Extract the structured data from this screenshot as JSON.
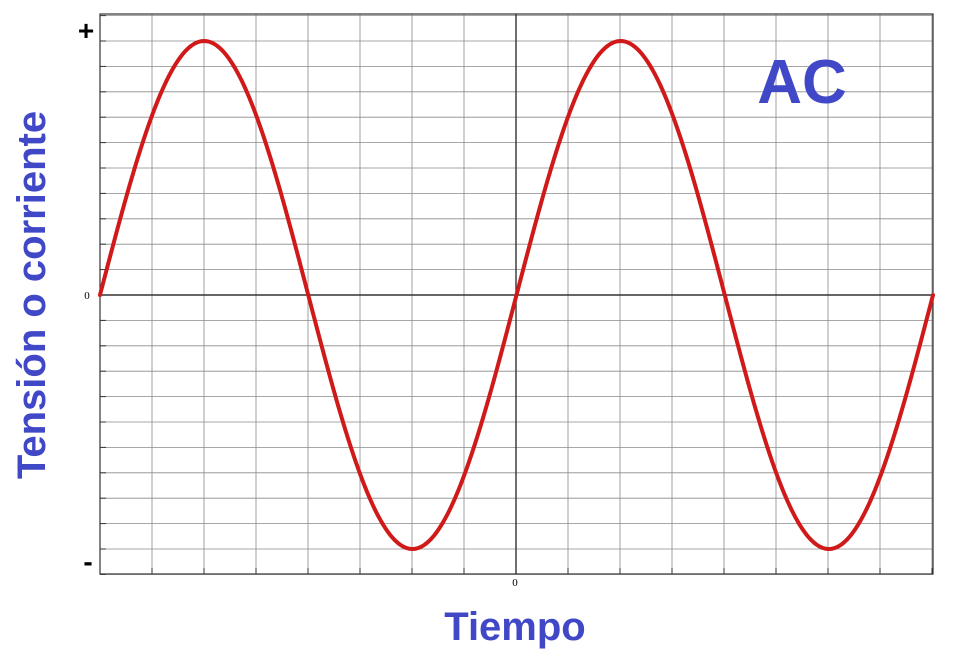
{
  "chart_data": {
    "type": "line",
    "title": "AC",
    "xlabel": "Tiempo",
    "ylabel": "Tensión o corriente",
    "y_tick_labels": {
      "top": "+",
      "zero": "0",
      "bottom": "-"
    },
    "x_tick_labels": {
      "zero": "0"
    },
    "xlim": [
      -2,
      2
    ],
    "ylim": [
      -1.1,
      1.1
    ],
    "grid": true,
    "series": [
      {
        "function": "sine",
        "amplitude": 1,
        "period": 2,
        "phase": 0,
        "x_range": [
          -2,
          2
        ],
        "color": "#d01a1a"
      }
    ]
  },
  "colors": {
    "label_text": "#4048c8",
    "curve": "#d01a1a",
    "grid": "#8a8a8a",
    "axis": "#333333"
  }
}
